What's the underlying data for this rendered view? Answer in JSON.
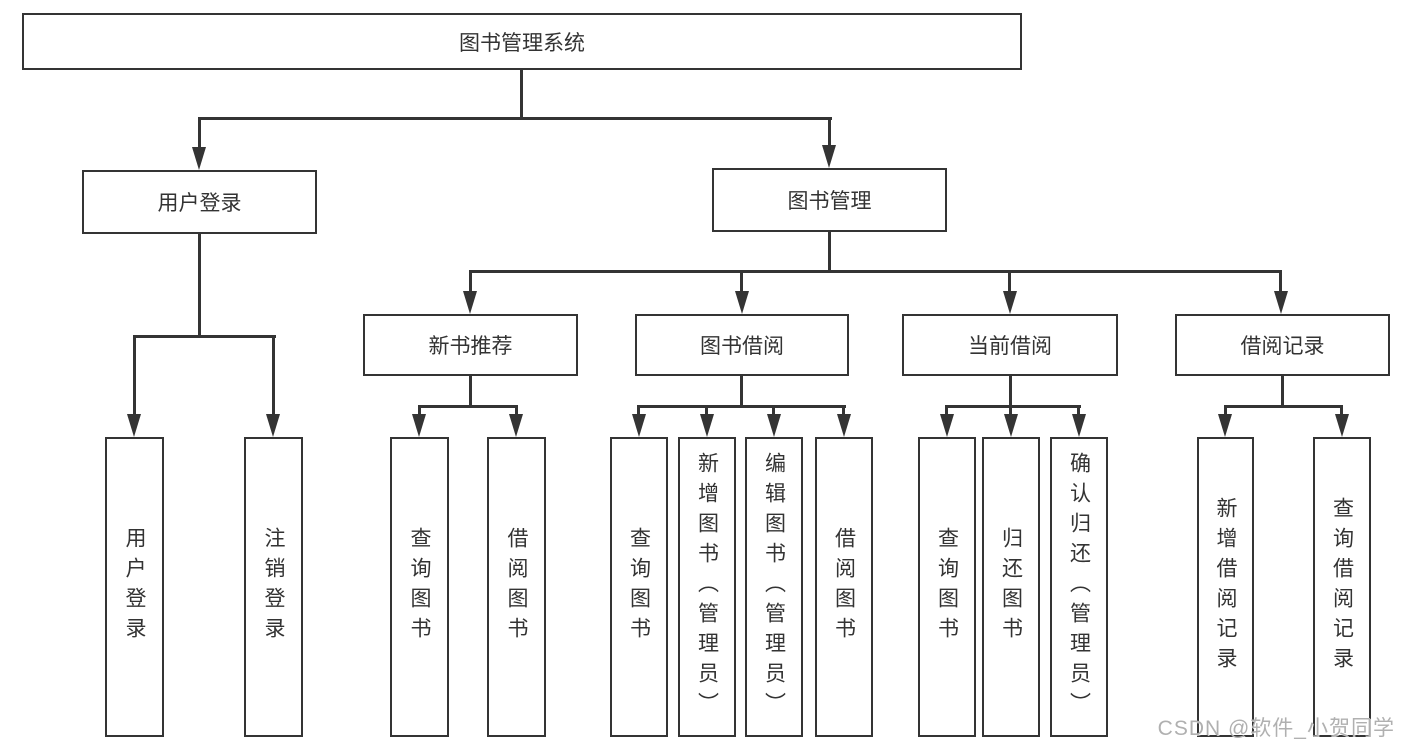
{
  "colors": {
    "line": "#343434",
    "text": "#333333",
    "box_bg": "#ffffff",
    "watermark": "#b0b0b0"
  },
  "tree": {
    "label": "图书管理系统",
    "children": [
      {
        "label": "用户登录",
        "children": [
          {
            "label": "用户登录"
          },
          {
            "label": "注销登录"
          }
        ]
      },
      {
        "label": "图书管理",
        "children": [
          {
            "label": "新书推荐",
            "children": [
              {
                "label": "查询图书"
              },
              {
                "label": "借阅图书"
              }
            ]
          },
          {
            "label": "图书借阅",
            "children": [
              {
                "label": "查询图书"
              },
              {
                "label": "新增图书（管理员）"
              },
              {
                "label": "编辑图书（管理员）"
              },
              {
                "label": "借阅图书"
              }
            ]
          },
          {
            "label": "当前借阅",
            "children": [
              {
                "label": "查询图书"
              },
              {
                "label": "归还图书"
              },
              {
                "label": "确认归还（管理员）"
              }
            ]
          },
          {
            "label": "借阅记录",
            "children": [
              {
                "label": "新增借阅记录"
              },
              {
                "label": "查询借阅记录"
              }
            ]
          }
        ]
      }
    ]
  },
  "watermark": {
    "text": "CSDN @软件_小贺同学"
  }
}
